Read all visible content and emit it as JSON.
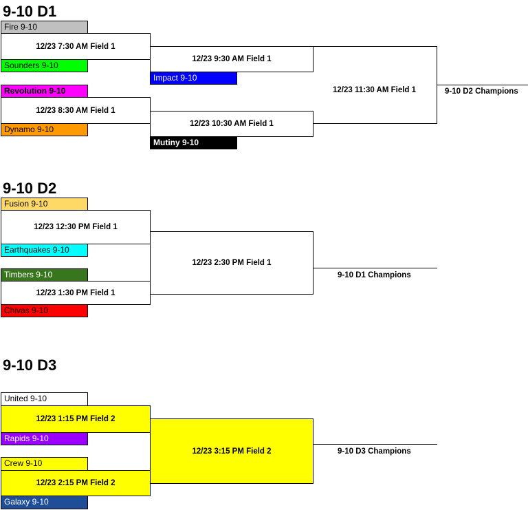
{
  "d1": {
    "title": "9-10 D1",
    "teams": [
      "Fire 9-10",
      "Sounders 9-10",
      "Revolution 9-10",
      "Dynamo 9-10",
      "Impact 9-10",
      "Mutiny 9-10"
    ],
    "games": [
      "12/23 7:30 AM Field 1",
      "12/23 8:30 AM Field 1",
      "12/23 9:30 AM Field 1",
      "12/23 10:30 AM Field 1",
      "12/23 11:30 AM Field 1"
    ],
    "champion": "9-10 D2 Champions"
  },
  "d2": {
    "title": "9-10 D2",
    "teams": [
      "Fusion 9-10",
      "Earthquakes 9-10",
      "Timbers 9-10",
      "Chivas 9-10"
    ],
    "games": [
      "12/23 12:30 PM Field 1",
      "12/23 1:30 PM Field 1",
      "12/23 2:30 PM Field 1"
    ],
    "champion": "9-10 D1 Champions"
  },
  "d3": {
    "title": "9-10 D3",
    "teams": [
      "United 9-10",
      "Rapids 9-10",
      "Crew 9-10",
      "Galaxy 9-10"
    ],
    "games": [
      "12/23 1:15 PM Field 2",
      "12/23 2:15 PM Field 2",
      "12/23 3:15 PM Field 2"
    ],
    "champion": "9-10 D3 Champions"
  },
  "colors": {
    "fire": "#c0c0c0",
    "sounders": "#00ff00",
    "revolution": "#ff00ff",
    "dynamo": "#ff9900",
    "impact": "#0000ff",
    "mutiny": "#000000",
    "fusion": "#ffd966",
    "earthquakes": "#00ffff",
    "timbers": "#38761d",
    "chivas": "#ff0000",
    "united": "#ffffff",
    "rapids": "#9900ff",
    "crew": "#ffff00",
    "galaxy": "#1f4e99",
    "highlight": "#ffff00"
  }
}
